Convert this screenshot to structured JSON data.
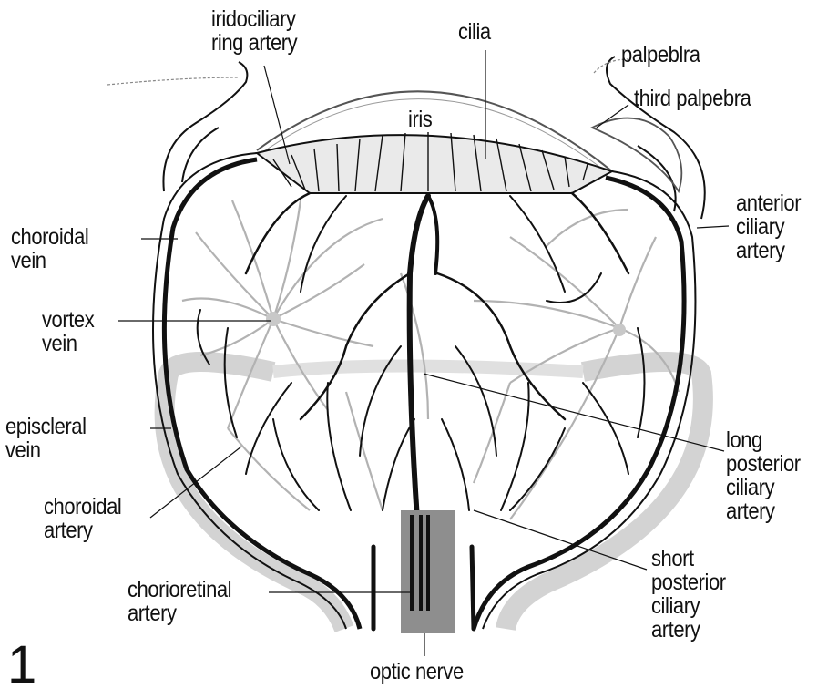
{
  "figure_number": "1",
  "labels": {
    "iridociliary_ring_artery": "iridociliary\nring artery",
    "cilia": "cilia",
    "palpebra": "palpeblra",
    "third_palpebra": "third palpebra",
    "iris": "iris",
    "anterior_ciliary_artery": "anterior\nciliary\nartery",
    "choroidal_vein": "choroidal\nvein",
    "vortex_vein": "vortex\nvein",
    "episcleral_vein": "episcleral\nvein",
    "choroidal_artery": "choroidal\nartery",
    "long_posterior_ciliary_artery": "long\nposterior\nciliary\nartery",
    "short_posterior_ciliary_artery": "short\nposterior\nciliary\nartery",
    "chorioretinal_artery": "chorioretinal\nartery",
    "optic_nerve": "optic nerve"
  },
  "colors": {
    "ink": "#111111",
    "gray_vessels": "#b0b0b0",
    "episclera_band": "#d0d0d0",
    "optic_nerve_fill": "#8e8e8e"
  }
}
